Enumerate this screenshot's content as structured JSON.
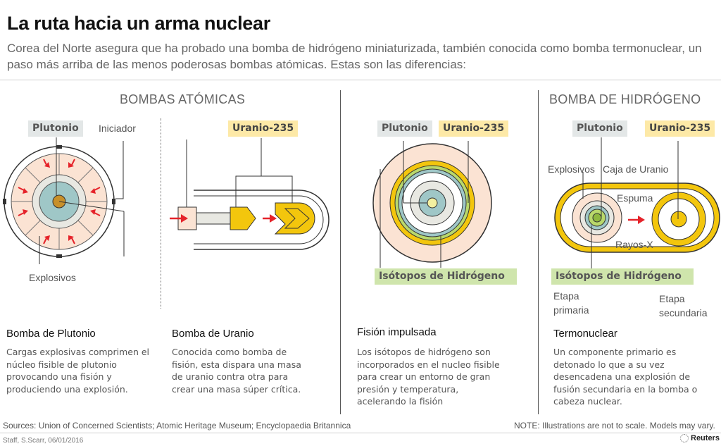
{
  "title": "La ruta hacia un arma nuclear",
  "subtitle": "Corea del Norte asegura que ha probado una bomba de hidrógeno miniaturizada, también conocida como bomba termonuclear, un paso más arriba de las menos poderosas bombas atómicas. Estas son las diferencias:",
  "sections": {
    "atomic": "BOMBAS ATÓMICAS",
    "hydrogen": "BOMBA DE HIDRÓGENO"
  },
  "labels": {
    "plutonio": "Plutonio",
    "uranio235": "Uranio-235",
    "iniciador": "Iniciador",
    "explosivos": "Explosivos",
    "isotopos": "Isótopos de Hidrógeno",
    "caja_uranio": "Caja de Uranio",
    "espuma": "Espuma",
    "rayos_x": "Rayos-X",
    "etapa_primaria": "Etapa primaria",
    "etapa_secundaria": "Etapa secundaria"
  },
  "bombs": [
    {
      "name": "Bomba de Plutonio",
      "desc": "Cargas explosivas comprimen el núcleo fisible de plutonio provocando una fisión y produciendo una explosión."
    },
    {
      "name": "Bomba de Uranio",
      "desc": "Conocida como bomba de fisión, esta dispara una masa de uranio contra otra para crear una masa súper crítica."
    },
    {
      "name": "Fisión impulsada",
      "desc": "Los isótopos de hidrógeno son incorporados en el nucleo fisible para crear un entorno de gran presión y temperatura, acelerando la fisión"
    },
    {
      "name": "Termonuclear",
      "desc": "Un componente primario es detonado lo que a su vez desencadena una explosión de fusión secundaria en la bomba o cabeza nuclear."
    }
  ],
  "footer": {
    "sources": "Sources: Union of Concerned Scientists; Atomic Heritage Museum; Encyclopaedia Britannica",
    "note": "NOTE: Illustrations are not to scale. Models may vary.",
    "credit": "Staff, S.Scarr, 06/01/2016",
    "brand": "Reuters"
  },
  "colors": {
    "explosive": "#fbe3d3",
    "core": "#9fc7c7",
    "plutonium_center": "#c8902a",
    "uranium": "#f3c60d",
    "isotopes": "#b9d86b",
    "arrow": "#e5232a",
    "line": "#333333"
  }
}
